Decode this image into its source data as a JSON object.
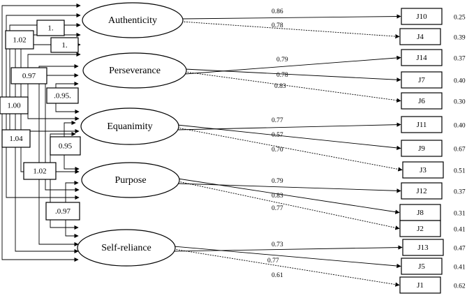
{
  "factors": [
    {
      "id": "authenticity",
      "label": "Authenticity"
    },
    {
      "id": "perseverance",
      "label": "Perseverance"
    },
    {
      "id": "equanimity",
      "label": "Equanimity"
    },
    {
      "id": "purpose",
      "label": "Purpose"
    },
    {
      "id": "self-reliance",
      "label": "Self-reliance"
    }
  ],
  "items": [
    {
      "label": "J10",
      "factor": "authenticity",
      "loading": "0.86",
      "error": "0.25"
    },
    {
      "label": "J4",
      "factor": "authenticity",
      "loading": "0.78",
      "error": "0.39"
    },
    {
      "label": "J14",
      "factor": "perseverance",
      "loading": "0.79",
      "error": "0.37"
    },
    {
      "label": "J7",
      "factor": "perseverance",
      "loading": "0.78",
      "error": "0.40"
    },
    {
      "label": "J6",
      "factor": "perseverance",
      "loading": "0.83",
      "error": "0.30"
    },
    {
      "label": "J11",
      "factor": "equanimity",
      "loading": "0.77",
      "error": "0.40"
    },
    {
      "label": "J9",
      "factor": "equanimity",
      "loading": "0.57",
      "error": "0.67"
    },
    {
      "label": "J3",
      "factor": "equanimity",
      "loading": "0.70",
      "error": "0.51"
    },
    {
      "label": "J12",
      "factor": "purpose",
      "loading": "0.79",
      "error": "0.37"
    },
    {
      "label": "J8",
      "factor": "purpose",
      "loading": "0.83",
      "error": "0.31"
    },
    {
      "label": "J2",
      "factor": "purpose",
      "loading": "0.77",
      "error": "0.41"
    },
    {
      "label": "J13",
      "factor": "self-reliance",
      "loading": "0.73",
      "error": "0.47"
    },
    {
      "label": "J5",
      "factor": "self-reliance",
      "loading": "0.77",
      "error": "0.41"
    },
    {
      "label": "J1",
      "factor": "self-reliance",
      "loading": "0.61",
      "error": "0.62"
    }
  ],
  "correlations": [
    {
      "value": "1.02",
      "from": "authenticity",
      "to": "self-reliance"
    },
    {
      "value": "1.",
      "from": "authenticity",
      "to": "perseverance"
    },
    {
      "value": "1.",
      "from": "authenticity",
      "to": "equanimity"
    },
    {
      "value": "0.97",
      "from": "authenticity",
      "to": "purpose"
    },
    {
      "value": ".0.95.",
      "from": "perseverance",
      "to": "equanimity"
    },
    {
      "value": "1.00",
      "from": "perseverance",
      "to": "self-reliance"
    },
    {
      "value": "1.04",
      "from": "perseverance",
      "to": "purpose"
    },
    {
      "value": "0.95",
      "from": "equanimity",
      "to": "purpose"
    },
    {
      "value": "1.02",
      "from": "equanimity",
      "to": "self-reliance"
    },
    {
      "value": ".0.97",
      "from": "purpose",
      "to": "self-reliance"
    }
  ]
}
